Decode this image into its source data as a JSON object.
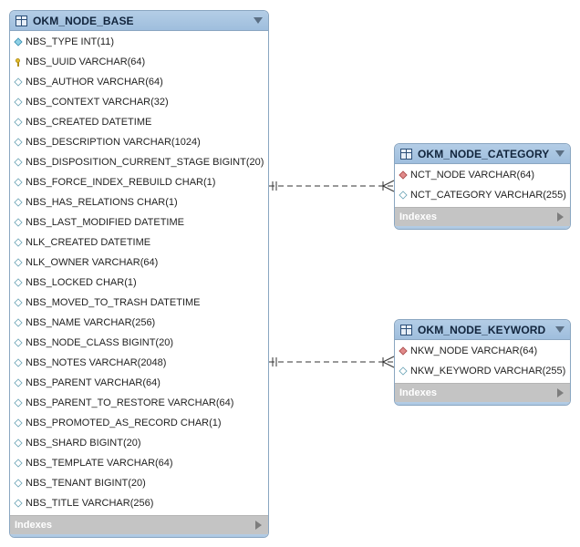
{
  "tables": {
    "base": {
      "name": "OKM_NODE_BASE",
      "indexes_label": "Indexes",
      "columns": [
        {
          "text": "NBS_TYPE INT(11)",
          "marker": "blue-diamond-icon"
        },
        {
          "text": "NBS_UUID VARCHAR(64)",
          "marker": "primary-key-icon"
        },
        {
          "text": "NBS_AUTHOR VARCHAR(64)",
          "marker": "hollow-diamond-icon"
        },
        {
          "text": "NBS_CONTEXT VARCHAR(32)",
          "marker": "hollow-diamond-icon"
        },
        {
          "text": "NBS_CREATED DATETIME",
          "marker": "hollow-diamond-icon"
        },
        {
          "text": "NBS_DESCRIPTION VARCHAR(1024)",
          "marker": "hollow-diamond-icon"
        },
        {
          "text": "NBS_DISPOSITION_CURRENT_STAGE BIGINT(20)",
          "marker": "hollow-diamond-icon"
        },
        {
          "text": "NBS_FORCE_INDEX_REBUILD CHAR(1)",
          "marker": "hollow-diamond-icon"
        },
        {
          "text": "NBS_HAS_RELATIONS CHAR(1)",
          "marker": "hollow-diamond-icon"
        },
        {
          "text": "NBS_LAST_MODIFIED DATETIME",
          "marker": "hollow-diamond-icon"
        },
        {
          "text": "NLK_CREATED DATETIME",
          "marker": "hollow-diamond-icon"
        },
        {
          "text": "NLK_OWNER VARCHAR(64)",
          "marker": "hollow-diamond-icon"
        },
        {
          "text": "NBS_LOCKED CHAR(1)",
          "marker": "hollow-diamond-icon"
        },
        {
          "text": "NBS_MOVED_TO_TRASH DATETIME",
          "marker": "hollow-diamond-icon"
        },
        {
          "text": "NBS_NAME VARCHAR(256)",
          "marker": "hollow-diamond-icon"
        },
        {
          "text": "NBS_NODE_CLASS BIGINT(20)",
          "marker": "hollow-diamond-icon"
        },
        {
          "text": "NBS_NOTES VARCHAR(2048)",
          "marker": "hollow-diamond-icon"
        },
        {
          "text": "NBS_PARENT VARCHAR(64)",
          "marker": "hollow-diamond-icon"
        },
        {
          "text": "NBS_PARENT_TO_RESTORE VARCHAR(64)",
          "marker": "hollow-diamond-icon"
        },
        {
          "text": "NBS_PROMOTED_AS_RECORD CHAR(1)",
          "marker": "hollow-diamond-icon"
        },
        {
          "text": "NBS_SHARD BIGINT(20)",
          "marker": "hollow-diamond-icon"
        },
        {
          "text": "NBS_TEMPLATE VARCHAR(64)",
          "marker": "hollow-diamond-icon"
        },
        {
          "text": "NBS_TENANT BIGINT(20)",
          "marker": "hollow-diamond-icon"
        },
        {
          "text": "NBS_TITLE VARCHAR(256)",
          "marker": "hollow-diamond-icon"
        }
      ]
    },
    "category": {
      "name": "OKM_NODE_CATEGORY",
      "indexes_label": "Indexes",
      "columns": [
        {
          "text": "NCT_NODE VARCHAR(64)",
          "marker": "red-diamond-icon"
        },
        {
          "text": "NCT_CATEGORY VARCHAR(255)",
          "marker": "hollow-diamond-icon"
        }
      ]
    },
    "keyword": {
      "name": "OKM_NODE_KEYWORD",
      "indexes_label": "Indexes",
      "columns": [
        {
          "text": "NKW_NODE VARCHAR(64)",
          "marker": "red-diamond-icon"
        },
        {
          "text": "NKW_KEYWORD VARCHAR(255)",
          "marker": "hollow-diamond-icon"
        }
      ]
    }
  },
  "relationships": [
    {
      "from": "OKM_NODE_BASE",
      "to": "OKM_NODE_CATEGORY",
      "from_cardinality": "one-and-only-one",
      "to_cardinality": "one-or-many",
      "style": "dashed"
    },
    {
      "from": "OKM_NODE_BASE",
      "to": "OKM_NODE_KEYWORD",
      "from_cardinality": "one-and-only-one",
      "to_cardinality": "one-or-many",
      "style": "dashed"
    }
  ],
  "colors": {
    "header": "#a9c6e3",
    "indexes_bar": "#c4c4c4",
    "line": "#333333"
  }
}
